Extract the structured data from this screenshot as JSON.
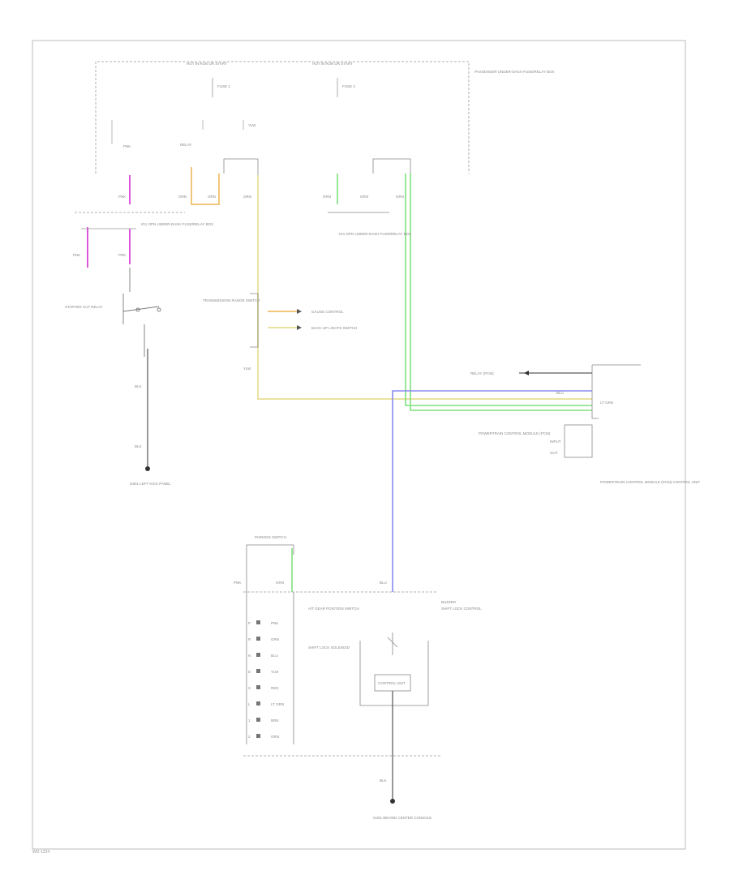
{
  "diagram": {
    "title": "",
    "wire_colors": {
      "pink": "#dd55dd",
      "orange": "#f2c77a",
      "yellow": "#eae3a0",
      "green": "#7fe07f",
      "blue": "#8a8af0",
      "black": "#333333",
      "frame": "#bbbbbb",
      "dash": "#999999"
    },
    "header_labels": [
      "HOT IN RUN OR START",
      "HOT IN RUN OR START",
      "PASSENGER UNDER-DASH FUSE/RELAY BOX"
    ],
    "labels": {
      "fuse_1": "FUSE 1",
      "fuse_2": "FUSE 2",
      "pnk_1": "PNK",
      "pnk_2": "PNK",
      "pnk_3": "PNK",
      "ig1_relay": "IG1 OPN UNDER-DASH FUSE/RELAY BOX",
      "pnk_left": "PNK",
      "relay_left": "RELAY",
      "starter_cut": "STARTER CUT RELAY",
      "blk_1": "BLK",
      "blk_2": "BLK",
      "g501": "G501 LEFT KICK PANEL",
      "orn_1": "ORN",
      "orn_2": "ORN",
      "orn_3": "ORN",
      "grn_1": "GRN",
      "grn_2": "GRN",
      "grn_3": "GRN",
      "lt_grn": "LT GRN",
      "ig_relay_right": "IG1 OPN UNDER-DASH FUSE/RELAY BOX",
      "trans_range": "TRANSMISSION RANGE SWITCH",
      "to_gauge": "GAUGE CONTROL",
      "to_back_up": "BACK-UP LIGHTS SWITCH",
      "ylw": "YLW",
      "buzzer_title": "BUZZER",
      "buzzer_sub": "SHIFT LOCK CONTROL",
      "pcm_label": "POWERTRAIN CONTROL MODULE (PCM)",
      "pcm_big": "POWERTRAIN CONTROL MODULE (PCM) CONTROL UNIT",
      "pcm_io": "INPUT",
      "pcm_out": "OUT",
      "blu_top": "BLU",
      "blu": "BLU",
      "relay_to": "RELAY (PCM)",
      "park_pin_header": "PARKING SWITCH",
      "park_col": "PNK",
      "grn_park": "GRN",
      "blu_park": "BLU",
      "a_t_gear": "A/T GEAR POSITION SWITCH",
      "shift_lock": "SHIFT LOCK SOLENOID",
      "control_unit": "CONTROL UNIT",
      "blk_3": "BLK",
      "g401": "G401 BEHIND CENTER CONSOLE",
      "gear_positions": [
        "P",
        "R",
        "N",
        "D",
        "S",
        "L",
        "1",
        "2"
      ],
      "gear_wires": [
        "PNK",
        "GRN",
        "BLU",
        "YLW",
        "RED",
        "LT GRN",
        "BRN",
        "ORN"
      ],
      "footer": "WD-1234"
    }
  }
}
